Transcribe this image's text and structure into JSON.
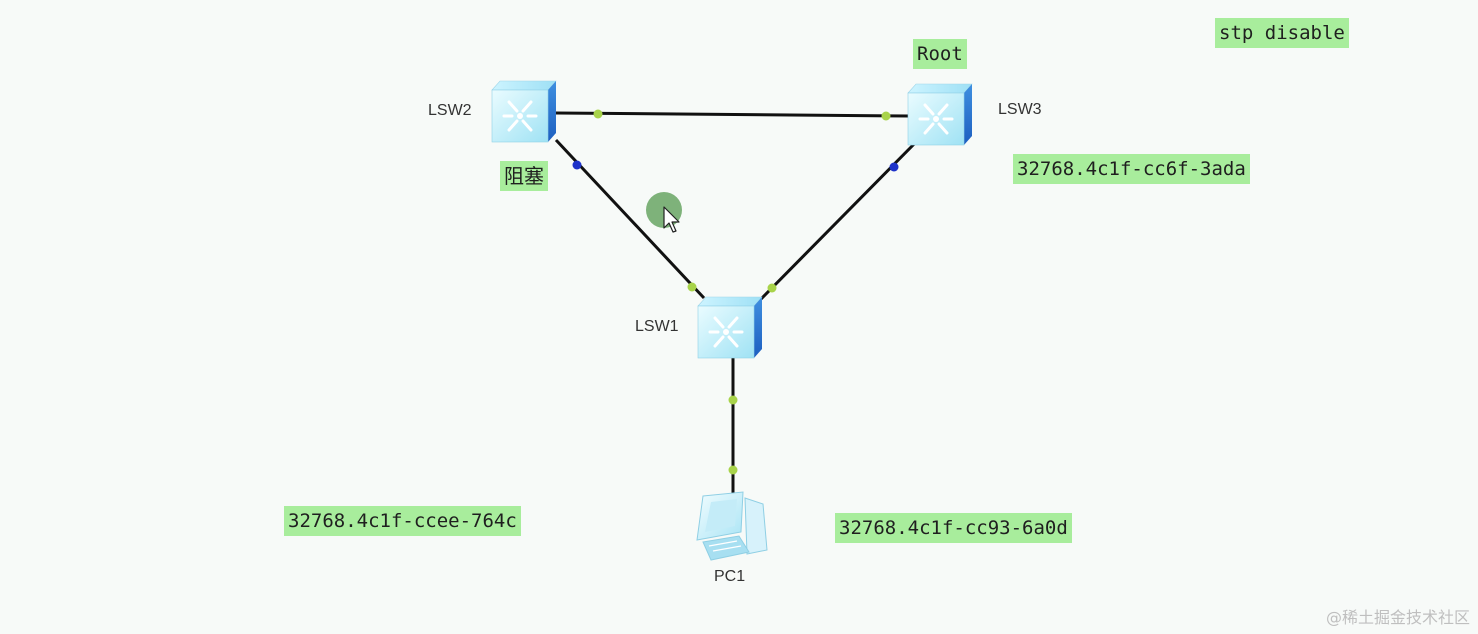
{
  "devices": {
    "lsw1": {
      "label": "LSW1"
    },
    "lsw2": {
      "label": "LSW2"
    },
    "lsw3": {
      "label": "LSW3"
    },
    "pc1": {
      "label": "PC1"
    }
  },
  "annotations": {
    "stp_note": "stp disable",
    "root_note": "Root",
    "blocked_note": "阻塞",
    "lsw3_bridge_id": "32768.4c1f-cc6f-3ada",
    "lsw2_bridge_id": "32768.4c1f-ccee-764c",
    "lsw1_bridge_id": "32768.4c1f-cc93-6a0d"
  },
  "link_status": {
    "lsw2_lsw3": [
      "up",
      "up"
    ],
    "lsw2_lsw1": [
      "blocked",
      "up"
    ],
    "lsw3_lsw1": [
      "blocked",
      "up"
    ],
    "lsw1_pc1": [
      "up",
      "up"
    ]
  },
  "colors": {
    "annotation_bg": "#a8ed9c",
    "port_up": "#a8d34a",
    "port_blocked": "#1d32c9",
    "link": "#111111",
    "cursor_highlight": "#5fa05a"
  },
  "watermark": "@稀土掘金技术社区"
}
